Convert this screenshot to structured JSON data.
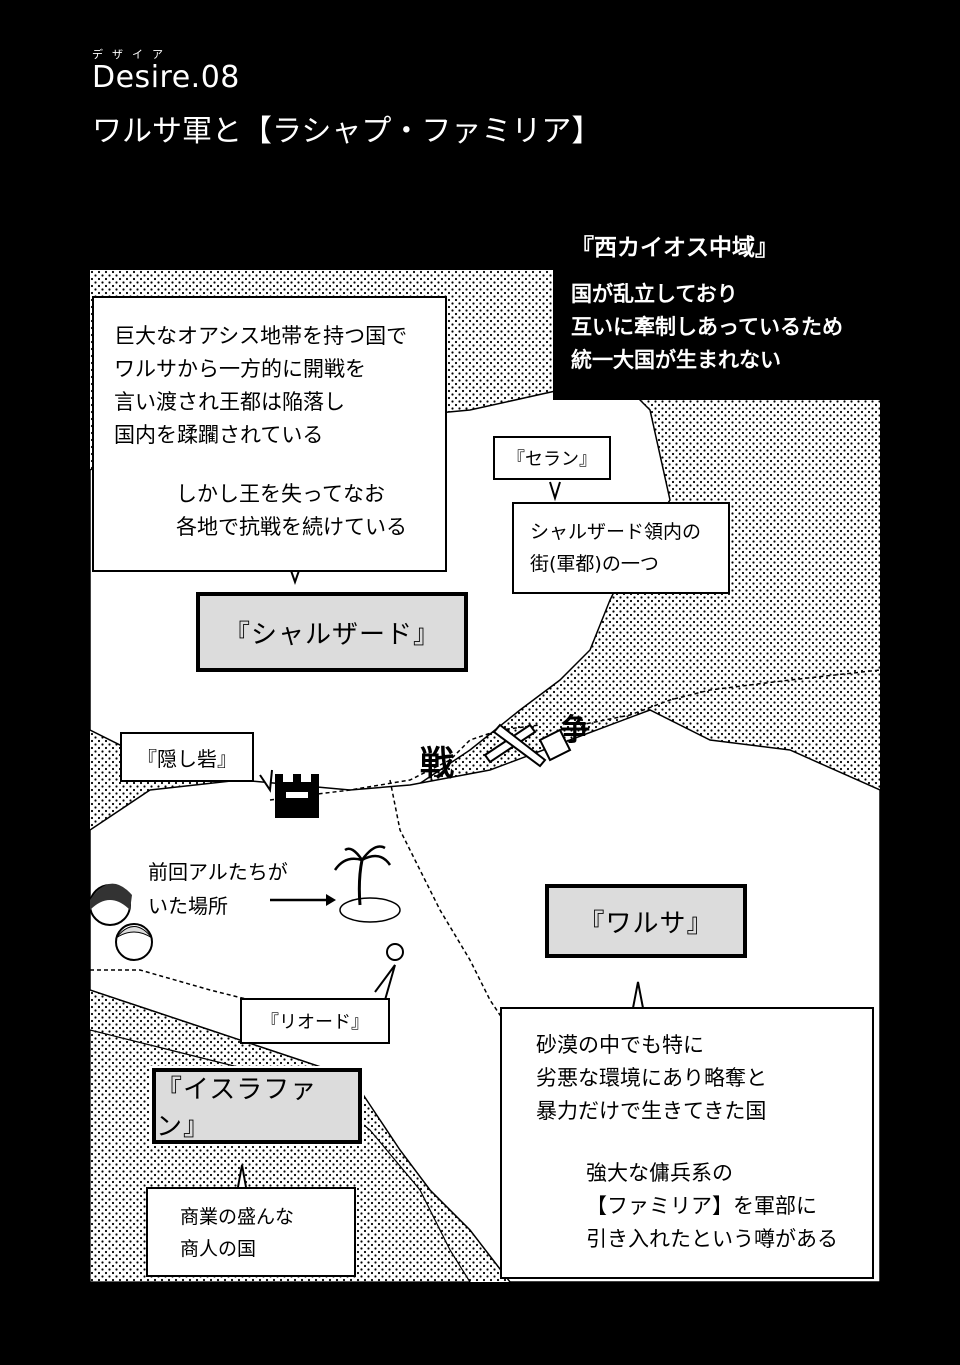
{
  "chapter": {
    "ruby": "デザイア",
    "number": "Desire.08",
    "subtitle": "ワルサ軍と【ラシャプ・ファミリア】"
  },
  "overview_caption": {
    "heading": "『西カイオス中域』",
    "body": "国が乱立しており\n互いに牽制しあっているため\n統一大国が生まれない"
  },
  "regions": {
    "sharzard": "『シャルザード』",
    "walsa": "『ワルサ』",
    "israfan": "『イスラファン』"
  },
  "places": {
    "seran": "『セラン』",
    "hidden_fort": "『隠し砦』",
    "riodo": "『リオード』"
  },
  "notes": {
    "sharzard": "巨大なオアシス地帯を持つ国で\nワルサから一方的に開戦を\n言い渡され王都は陥落し\n国内を蹂躙されている",
    "sharzard2": "しかし王を失ってなお\n各地で抗戦を続けている",
    "seran": "シャルザード領内の\n街(軍都)の一つ",
    "walsa": "砂漠の中でも特に\n劣悪な環境にあり略奪と\n暴力だけで生きてきた国",
    "walsa2": "強大な傭兵系の\n【ファミリア】を軍部に\n引き入れたという噂がある",
    "israfan": "商業の盛んな\n商人の国"
  },
  "handwritten": {
    "war_left": "戦",
    "war_right": "争",
    "previous_location": "前回アルたちが\nいた場所"
  }
}
